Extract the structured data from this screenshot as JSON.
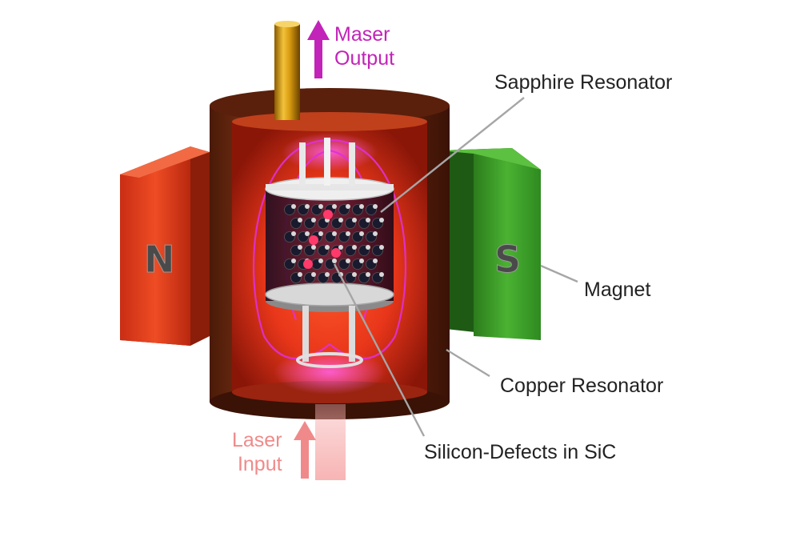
{
  "labels": {
    "maser_output": [
      "Maser",
      "Output"
    ],
    "laser_input": [
      "Laser",
      "Input"
    ],
    "sapphire_resonator": "Sapphire Resonator",
    "magnet": "Magnet",
    "copper_resonator": "Copper Resonator",
    "silicon_defects": "Silicon-Defects in SiC"
  },
  "magnets": {
    "north": "N",
    "south": "S"
  },
  "colors": {
    "maser": "#c223b8",
    "laser": "#f08a8a",
    "north_magnet": "#e0401f",
    "south_magnet": "#3a9a2a",
    "copper": "#7a2d12",
    "label_text": "#222222",
    "leader_line": "#a0a0a0"
  }
}
